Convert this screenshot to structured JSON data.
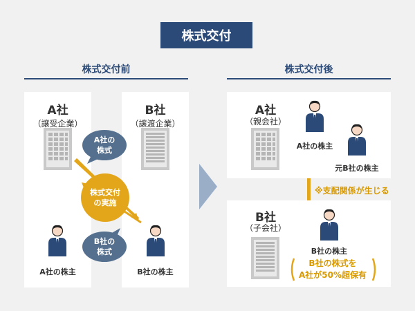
{
  "title": "株式交付",
  "before": {
    "label": "株式交付前",
    "company_a": {
      "name": "A社",
      "role": "（譲受企業）",
      "shareholder": "A社の株主"
    },
    "company_b": {
      "name": "B社",
      "role": "（譲渡企業）",
      "shareholder": "B社の株主"
    },
    "bubble_top": {
      "line1": "A社の",
      "line2": "株式"
    },
    "bubble_bottom": {
      "line1": "B社の",
      "line2": "株式"
    },
    "center": {
      "line1": "株式交付",
      "line2": "の実施"
    }
  },
  "after": {
    "label": "株式交付後",
    "parent": {
      "name": "A社",
      "role": "（親会社）",
      "shareholder_a": "A社の株主",
      "shareholder_former_b": "元B社の株主"
    },
    "relation_note": "※支配関係が生じる",
    "child": {
      "name": "B社",
      "role": "（子会社）",
      "shareholder": "B社の株主"
    },
    "highlight": {
      "line1": "B社の株式を",
      "line2": "A社が50%超保有"
    }
  },
  "colors": {
    "navy": "#2b4a78",
    "gold": "#e3a51a",
    "slate": "#55708f",
    "arrow": "#9aaec8"
  },
  "icons": [
    "building-icon",
    "person-icon",
    "chevron-right-icon",
    "double-arrow-icon",
    "speech-bubble-icon",
    "bracket-icon"
  ]
}
